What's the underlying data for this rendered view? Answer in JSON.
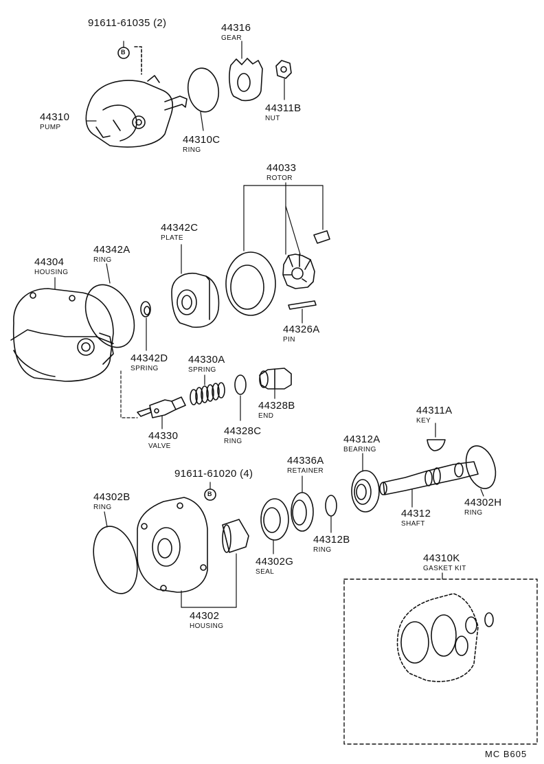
{
  "parts": [
    {
      "id": "p91611_61035",
      "number": "91611-61035 (2)",
      "name": ""
    },
    {
      "id": "p44316",
      "number": "44316",
      "name": "GEAR"
    },
    {
      "id": "p44310",
      "number": "44310",
      "name": "PUMP"
    },
    {
      "id": "p44311B",
      "number": "44311B",
      "name": "NUT"
    },
    {
      "id": "p44310C",
      "number": "44310C",
      "name": "RING"
    },
    {
      "id": "p44033",
      "number": "44033",
      "name": "ROTOR"
    },
    {
      "id": "p44342C",
      "number": "44342C",
      "name": "PLATE"
    },
    {
      "id": "p44304",
      "number": "44304",
      "name": "HOUSING"
    },
    {
      "id": "p44342A",
      "number": "44342A",
      "name": "RING"
    },
    {
      "id": "p44326A",
      "number": "44326A",
      "name": "PIN"
    },
    {
      "id": "p44342D",
      "number": "44342D",
      "name": "SPRING"
    },
    {
      "id": "p44330A",
      "number": "44330A",
      "name": "SPRING"
    },
    {
      "id": "p44328B",
      "number": "44328B",
      "name": "END"
    },
    {
      "id": "p44330",
      "number": "44330",
      "name": "VALVE"
    },
    {
      "id": "p44328C",
      "number": "44328C",
      "name": "RING"
    },
    {
      "id": "p44311A",
      "number": "44311A",
      "name": "KEY"
    },
    {
      "id": "p44312A",
      "number": "44312A",
      "name": "BEARING"
    },
    {
      "id": "p44336A",
      "number": "44336A",
      "name": "RETAINER"
    },
    {
      "id": "p91611_61020",
      "number": "91611-61020 (4)",
      "name": ""
    },
    {
      "id": "p44302B",
      "number": "44302B",
      "name": "RING"
    },
    {
      "id": "p44302H",
      "number": "44302H",
      "name": "RING"
    },
    {
      "id": "p44312",
      "number": "44312",
      "name": "SHAFT"
    },
    {
      "id": "p44312B",
      "number": "44312B",
      "name": "RING"
    },
    {
      "id": "p44302G",
      "number": "44302G",
      "name": "SEAL"
    },
    {
      "id": "p44302",
      "number": "44302",
      "name": "HOUSING"
    },
    {
      "id": "p44310K",
      "number": "44310K",
      "name": "GASKET KIT"
    }
  ],
  "bolt_marker": "B",
  "diagram_code": "MC B605"
}
